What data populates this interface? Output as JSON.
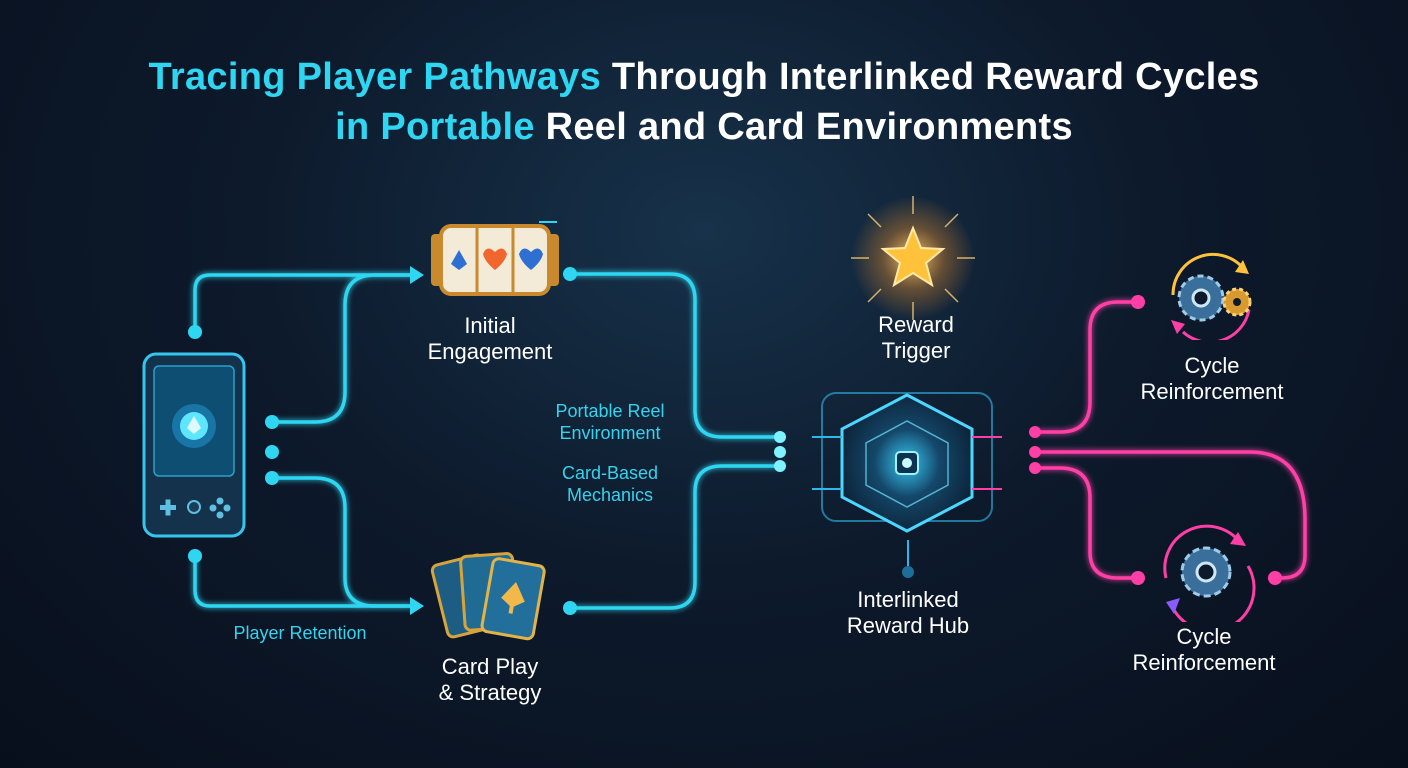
{
  "title": {
    "line1_highlight": "Tracing Player Pathways",
    "line1_rest": "Through Interlinked Reward Cycles",
    "line2_highlight": "in Portable",
    "line2_rest": "Reel and Card Environments"
  },
  "nodes": {
    "initial_engagement": [
      "Initial",
      "Engagement"
    ],
    "card_play": [
      "Card Play",
      "& Strategy"
    ],
    "reward_trigger": [
      "Reward",
      "Trigger"
    ],
    "reward_hub": [
      "Interlinked",
      "Reward Hub"
    ],
    "cycle_top": [
      "Cycle",
      "Reinforcement"
    ],
    "cycle_bottom": [
      "Cycle",
      "Reinforcement"
    ]
  },
  "edge_labels": {
    "portable_reel": [
      "Portable Reel",
      "Environment"
    ],
    "card_based": [
      "Card-Based",
      "Mechanics"
    ],
    "player_retention": "Player Retention"
  },
  "colors": {
    "cyan": "#2fd6f2",
    "magenta": "#ff3fa6",
    "gold": "#ffc23a",
    "hub": "#2fb7e8"
  },
  "icons": {
    "device": "handheld-console-icon",
    "reel": "slot-reel-icon",
    "cards": "playing-cards-icon",
    "star": "burst-star-icon",
    "hub": "hexagon-chip-icon",
    "gear": "gear-cycle-icon"
  }
}
